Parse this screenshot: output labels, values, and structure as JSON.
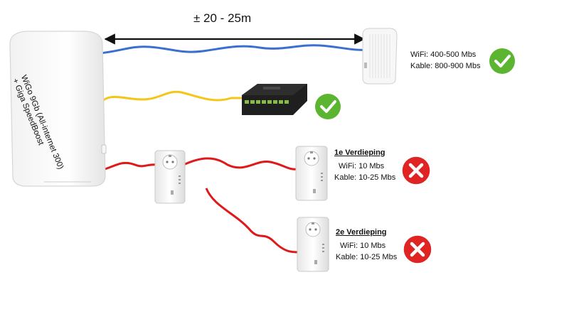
{
  "distance_label": "± 20 - 25m",
  "router": {
    "label_line1": "WiGo 9Gb (All-internet 300)",
    "label_line2": "+ Giga SpeedBoost"
  },
  "links": [
    {
      "cable": "blue",
      "target": "mesh access point",
      "wifi": "WiFi:  400-500 Mbs",
      "kable": "Kable:  800-900 Mbs",
      "status": "ok"
    },
    {
      "cable": "yellow",
      "target": "network switch",
      "status": "ok"
    },
    {
      "cable": "red",
      "target": "powerline adapter",
      "title": "1e Verdieping",
      "wifi": "WiFi:  10 Mbs",
      "kable": "Kable:  10-25 Mbs",
      "status": "fail"
    },
    {
      "cable": "red",
      "target": "powerline adapter",
      "title": "2e Verdieping",
      "wifi": "WiFi:  10 Mbs",
      "kable": "Kable:  10-25 Mbs",
      "status": "fail"
    }
  ],
  "colors": {
    "blue_cable": "#3a6fd0",
    "yellow_cable": "#f5c518",
    "red_cable": "#e01818",
    "ok": "#5cb531",
    "fail": "#e02424"
  }
}
